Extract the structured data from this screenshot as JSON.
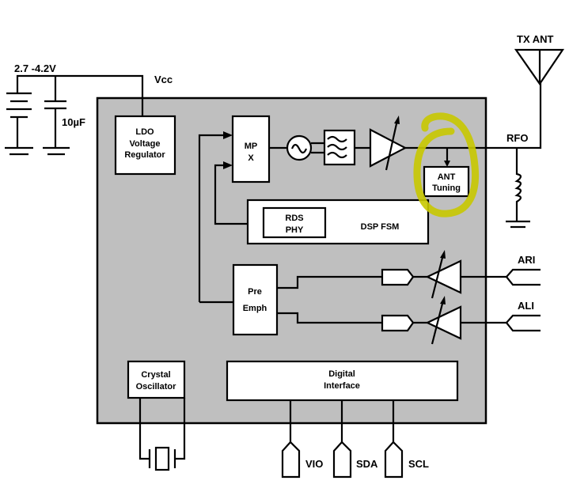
{
  "supply": {
    "voltage": "2.7  -4.2V",
    "vcc": "Vcc",
    "capacitor": "10µF"
  },
  "blocks": {
    "ldo": [
      "LDO",
      "Voltage",
      "Regulator"
    ],
    "mpx": [
      "MP",
      "X"
    ],
    "ant_tuning": [
      "ANT",
      "Tuning"
    ],
    "rds_phy": [
      "RDS",
      "PHY"
    ],
    "dsp_fsm": "DSP FSM",
    "pre_emph": [
      "Pre",
      "Emph"
    ],
    "crystal_osc": [
      "Crystal",
      "Oscillator"
    ],
    "digital_interface": [
      "Digital",
      "Interface"
    ]
  },
  "pins": {
    "tx_ant": "TX ANT",
    "rfo": "RFO",
    "ari": "ARI",
    "ali": "ALI",
    "vio": "VIO",
    "sda": "SDA",
    "scl": "SCL"
  },
  "colors": {
    "chip_fill": "#bfbfbf",
    "highlight": "#c8c800"
  }
}
